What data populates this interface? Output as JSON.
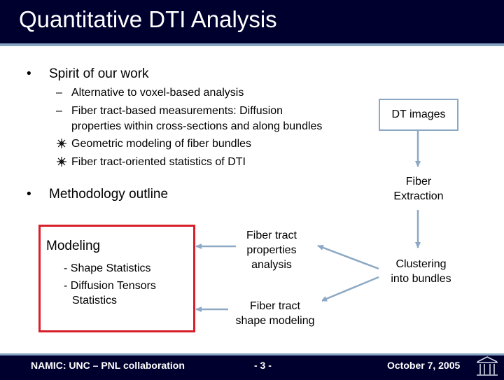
{
  "title": "Quantitative DTI Analysis",
  "bullets": {
    "spirit": {
      "label": "Spirit of our work",
      "sub1": "Alternative to voxel-based analysis",
      "sub2_line1": "Fiber tract-based measurements: Diffusion",
      "sub2_line2": "properties within cross-sections and along bundles",
      "sub3": "Geometric modeling of fiber bundles",
      "sub4": "Fiber tract-oriented statistics of DTI"
    },
    "methodology": {
      "label": "Methodology outline"
    }
  },
  "modeling": {
    "heading": "Modeling",
    "item1": "- Shape Statistics",
    "item2_line1": "- Diffusion Tensors",
    "item2_line2": "Statistics"
  },
  "flow": {
    "dt_images": "DT images",
    "fiber_extraction_line1": "Fiber",
    "fiber_extraction_line2": "Extraction",
    "clustering_line1": "Clustering",
    "clustering_line2": "into bundles",
    "properties_line1": "Fiber tract",
    "properties_line2": "properties",
    "properties_line3": "analysis",
    "shape_line1": "Fiber tract",
    "shape_line2": "shape modeling"
  },
  "footer": {
    "left": "NAMIC: UNC – PNL collaboration",
    "center": "- 3 -",
    "right": "October 7, 2005"
  },
  "icons": [
    "snowflake-bullet-icon",
    "university-logo-icon"
  ],
  "colors": {
    "title_bar": "#00002e",
    "accent_line": "#86a3c2",
    "red_box": "#d81f2a",
    "arrow": "#8ca8c4"
  }
}
